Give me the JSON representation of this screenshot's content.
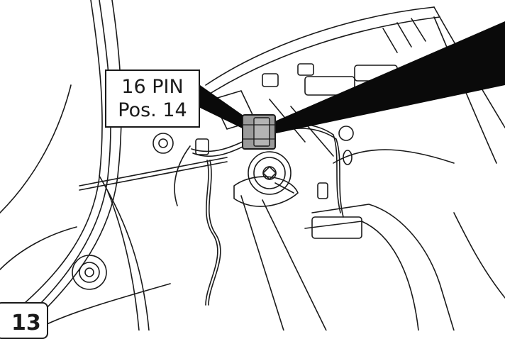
{
  "callout": {
    "line1": "16 PIN",
    "line2": "Pos. 14"
  },
  "step": {
    "number": "13"
  },
  "colors": {
    "line": "#1a1a1a",
    "wedge": "#0a0a0a",
    "connector": "#9a9a9a",
    "background": "#ffffff"
  }
}
